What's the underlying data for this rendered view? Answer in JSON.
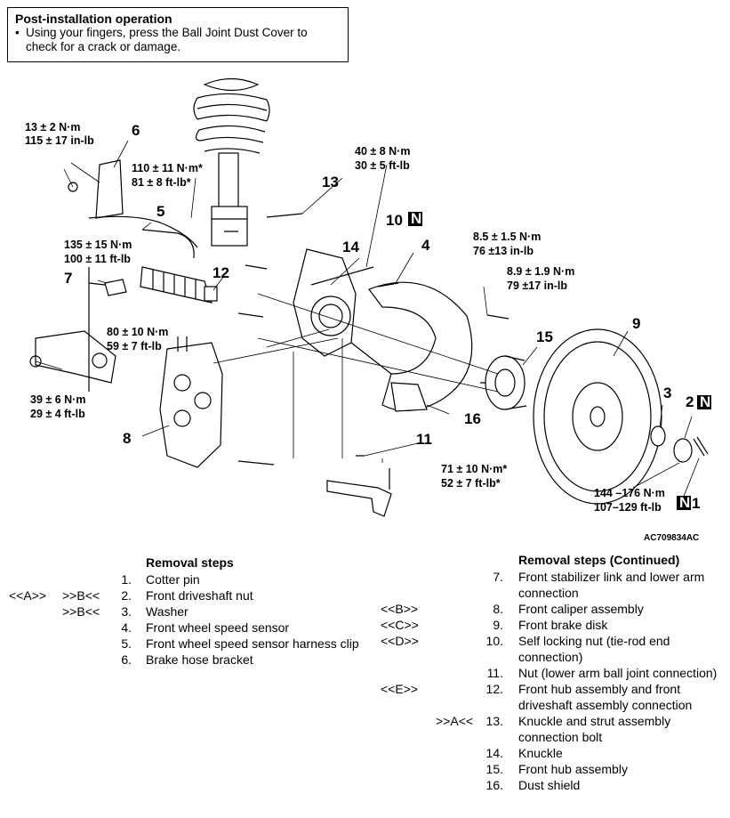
{
  "post_install": {
    "title": "Post-installation operation",
    "bullet": "•",
    "line1": "Using your fingers, press the Ball Joint Dust Cover to",
    "line2": "check for a crack or damage."
  },
  "diagram": {
    "figure_id": "AC709834AC",
    "badge_letter": "N",
    "torques": {
      "t_13_2": [
        "13 ± 2 N·m",
        "115 ± 17 in-lb"
      ],
      "t_110_11": [
        "110 ± 11 N·m*",
        "81 ± 8 ft-lb*"
      ],
      "t_40_8": [
        "40 ± 8 N·m",
        "30 ± 5 ft-lb"
      ],
      "t_8_5": [
        "8.5 ± 1.5 N·m",
        "76 ±13 in-lb"
      ],
      "t_8_9": [
        "8.9 ± 1.9 N·m",
        "79 ±17 in-lb"
      ],
      "t_135_15": [
        "135 ± 15 N·m",
        "100 ± 11 ft-lb"
      ],
      "t_80_10": [
        "80 ± 10 N·m",
        "59 ± 7 ft-lb"
      ],
      "t_39_6": [
        "39 ± 6 N·m",
        "29 ± 4 ft-lb"
      ],
      "t_71_10": [
        "71 ± 10 N·m*",
        "52 ± 7 ft-lb*"
      ],
      "t_144_176": [
        "144 –176 N·m",
        "107–129 ft-lb"
      ]
    },
    "parts": {
      "p1": "1",
      "p2": "2",
      "p3": "3",
      "p4": "4",
      "p5": "5",
      "p6": "6",
      "p7": "7",
      "p8": "8",
      "p9": "9",
      "p10": "10",
      "p11": "11",
      "p12": "12",
      "p13": "13",
      "p14": "14",
      "p15": "15",
      "p16": "16"
    }
  },
  "removal_left": {
    "heading": "Removal steps",
    "steps": [
      {
        "num": "1.",
        "label": "Cotter pin",
        "ref1": "",
        "ref2": ""
      },
      {
        "num": "2.",
        "label": "Front driveshaft nut",
        "ref1": "<<A>>",
        "ref2": ">>B<<"
      },
      {
        "num": "3.",
        "label": "Washer",
        "ref1": "",
        "ref2": ">>B<<"
      },
      {
        "num": "4.",
        "label": "Front wheel speed sensor",
        "ref1": "",
        "ref2": ""
      },
      {
        "num": "5.",
        "label": "Front wheel speed sensor harness clip",
        "ref1": "",
        "ref2": ""
      },
      {
        "num": "6.",
        "label": "Brake hose bracket",
        "ref1": "",
        "ref2": ""
      }
    ]
  },
  "removal_right": {
    "heading": "Removal steps (Continued)",
    "steps": [
      {
        "num": "7.",
        "label": "Front stabilizer link and lower arm connection",
        "ref1": "",
        "ref2": ""
      },
      {
        "num": "8.",
        "label": "Front caliper assembly",
        "ref1": "<<B>>",
        "ref2": ""
      },
      {
        "num": "9.",
        "label": "Front brake disk",
        "ref1": "<<C>>",
        "ref2": ""
      },
      {
        "num": "10.",
        "label": "Self locking nut (tie-rod end connection)",
        "ref1": "<<D>>",
        "ref2": ""
      },
      {
        "num": "11.",
        "label": "Nut (lower arm ball joint connection)",
        "ref1": "",
        "ref2": ""
      },
      {
        "num": "12.",
        "label": "Front hub assembly and front driveshaft assembly connection",
        "ref1": "<<E>>",
        "ref2": ""
      },
      {
        "num": "13.",
        "label": "Knuckle and strut assembly connection bolt",
        "ref1": "",
        "ref2": ">>A<<"
      },
      {
        "num": "14.",
        "label": "Knuckle",
        "ref1": "",
        "ref2": ""
      },
      {
        "num": "15.",
        "label": "Front hub assembly",
        "ref1": "",
        "ref2": ""
      },
      {
        "num": "16.",
        "label": "Dust shield",
        "ref1": "",
        "ref2": ""
      }
    ]
  }
}
